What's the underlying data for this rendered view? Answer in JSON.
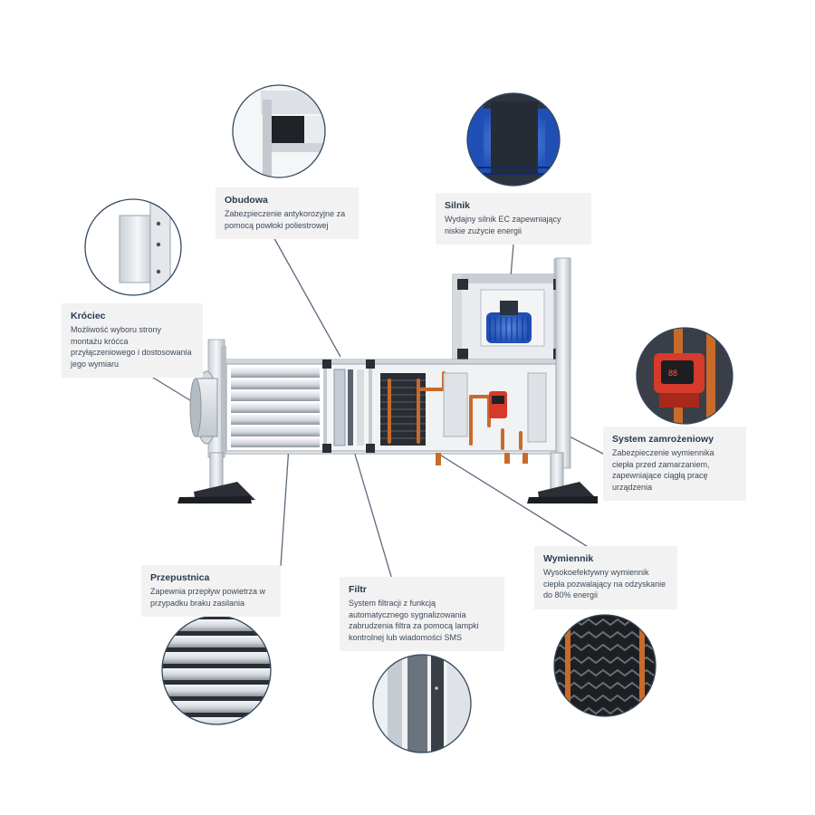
{
  "callouts": [
    {
      "id": "obudowa",
      "title": "Obudowa",
      "desc": "Zabezpieczenie antykorozyjne za pomocą powłoki poliestrowej"
    },
    {
      "id": "silnik",
      "title": "Silnik",
      "desc": "Wydajny silnik EC zapewniający niskie zużycie energii"
    },
    {
      "id": "krociec",
      "title": "Króciec",
      "desc": "Możliwość wyboru strony montażu króćca przyłączeniowego i dostosowania jego wymiaru"
    },
    {
      "id": "system",
      "title": "System zamrożeniowy",
      "desc": "Zabezpieczenie wymiennika ciepła przed zamarzaniem, zapewniające ciągłą pracę urządzenia"
    },
    {
      "id": "wymiennik",
      "title": "Wymiennik",
      "desc": "Wysokoefektywny wymiennik ciepła pozwalający na odzyskanie do 80% energii"
    },
    {
      "id": "przepustnica",
      "title": "Przepustnica",
      "desc": "Zapewnia przepływ powietrza w przypadku braku zasilania"
    },
    {
      "id": "filtr",
      "title": "Filtr",
      "desc": "System filtracji z funkcją automatycznego sygnalizowania zabrudzenia filtra za pomocą lampki kontrolnej lub wiadomości SMS"
    }
  ],
  "pump_display": "88",
  "colors": {
    "accent": "#2b5fc8",
    "copper": "#c96a2b",
    "pump_red": "#d63a2a",
    "line": "#5a6b7c"
  }
}
